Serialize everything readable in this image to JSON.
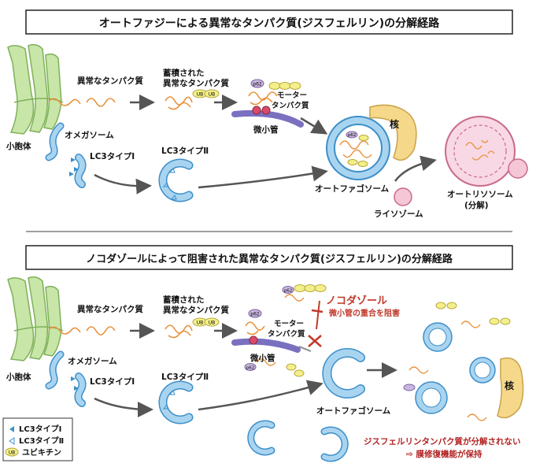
{
  "top": {
    "title": "オートファジーによる異常なタンパク質(ジスフェルリン)の分解経路",
    "labels": {
      "abnormal_protein": "異常なタンパク質",
      "accumulated_1": "蓄積された",
      "accumulated_2": "異常なタンパク質",
      "golgi": "小胞体",
      "omegasome": "オメガソーム",
      "lc3_1": "LC3タイプⅠ",
      "lc3_2": "LC3タイプⅡ",
      "motor_1": "モーター",
      "motor_2": "タンパク質",
      "microtubule": "微小管",
      "nucleus": "核",
      "autophagosome": "オートファゴソーム",
      "lysosome": "ライソゾーム",
      "autolysosome_1": "オートリソソーム",
      "autolysosome_2": "(分解)"
    }
  },
  "bottom": {
    "title": "ノコダゾールによって阻害された異常なタンパク質(ジスフェルリン)の分解経路",
    "labels": {
      "abnormal_protein": "異常なタンパク質",
      "accumulated_1": "蓄積された",
      "accumulated_2": "異常なタンパク質",
      "golgi": "小胞体",
      "omegasome": "オメガソーム",
      "lc3_1": "LC3タイプⅠ",
      "lc3_2": "LC3タイプⅡ",
      "motor_1": "モーター",
      "motor_2": "タンパク質",
      "microtubule": "微小管",
      "nocodazole": "ノコダゾール",
      "inhibit": "微小管の重合を阻害",
      "autophagosome": "オートファゴソーム",
      "nucleus": "核",
      "result_1": "ジスフェルリンタンパク質が分解されない",
      "result_2": "⇨ 膜修復機能が保持"
    }
  },
  "legend": {
    "lc3_1": "LC3タイプⅠ",
    "lc3_2": "LC3タイプⅡ",
    "ubiquitin": "ユビキチン",
    "ub_tag": "UB"
  },
  "tags": {
    "p62": "p62",
    "ub": "UB"
  },
  "colors": {
    "golgi_fill": "#c8e6a8",
    "golgi_stroke": "#7fb05a",
    "membrane_fill": "#a9d4f0",
    "membrane_stroke": "#3d8fc9",
    "protein": "#e8913a",
    "ub_fill": "#f3ef8a",
    "p62_fill": "#c9b8dd",
    "microtubule": "#7a70c0",
    "nucleus_fill": "#f6d88a",
    "lysosome_fill": "#f5c6d6",
    "arrow": "#555555",
    "inhibit_red": "#c0392b",
    "result_red": "#b22222"
  }
}
